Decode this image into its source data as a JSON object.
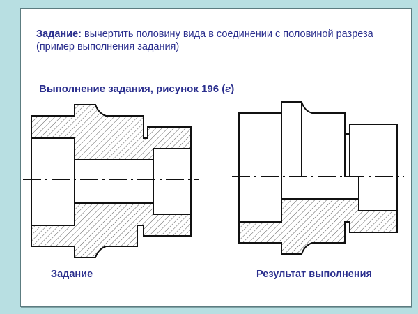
{
  "slide": {
    "task_label": "Задание:",
    "task_text": " вычертить половину вида в соединении с половиной разреза (пример выполнения задания)",
    "subtitle_main": "Выполнение задания,  рисунок 196 (",
    "subtitle_italic": "г",
    "subtitle_end": ")",
    "caption_left": "Задание",
    "caption_right": "Результат  выполнения"
  },
  "colors": {
    "background": "#b8dfe2",
    "text": "#2b2f8e",
    "lines": "#111111"
  },
  "drawings": [
    {
      "name": "task-drawing",
      "description": "full section of stepped bushing (hatched)"
    },
    {
      "name": "result-drawing",
      "description": "half view combined with half section"
    }
  ]
}
